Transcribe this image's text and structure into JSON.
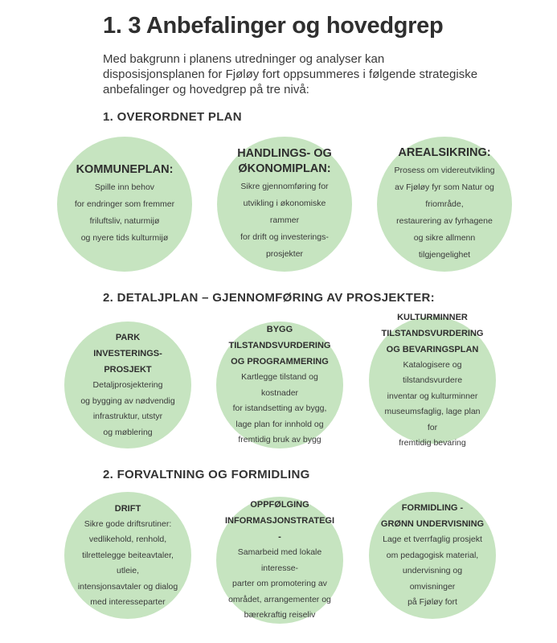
{
  "title": "1. 3 Anbefalinger og hovedgrep",
  "intro": "Med bakgrunn i planens utredninger og analyser kan disposisjonsplanen for Fjøløy fort oppsummeres i følgende strategiske anbefalinger og hovedgrep på tre nivå:",
  "sections": [
    {
      "title": "1. OVERORDNET PLAN",
      "circles": [
        {
          "head": "KOMMUNEPLAN:",
          "body": "Spille inn behov\nfor endringer som fremmer\nfriluftsliv, naturmijø\nog  nyere tids kulturmijø"
        },
        {
          "head": "HANDLINGS- OG\nØKONOMIPLAN:",
          "body": "Sikre gjennomføring for\nutvikling i økonomiske rammer\nfor drift og investerings-\nprosjekter"
        },
        {
          "head": "AREALSIKRING:",
          "body": "Prosess om videreutvikling\nav Fjøløy fyr som Natur og\nfriområde,\nrestaurering av fyrhagene\nog sikre allmenn\ntilgjengelighet"
        }
      ]
    },
    {
      "title": "2.  DETALJPLAN – GJENNOMFØRING AV PROSJEKTER:",
      "circles": [
        {
          "head": "PARK\nINVESTERINGS-\nPROSJEKT",
          "body": "Detaljprosjektering\nog bygging av nødvendig\ninfrastruktur, utstyr\nog møblering"
        },
        {
          "head": "BYGG\nTILSTANDSVURDERING\nOG PROGRAMMERING",
          "body": "Kartlegge tilstand og kostnader\nfor istandsetting av bygg,\nlage plan for innhold og\nfremtidig bruk av bygg"
        },
        {
          "head": "KULTURMINNER\nTILSTANDSVURDERING\nOG BEVARINGSPLAN",
          "body": "Katalogisere og tilstandsvurdere\ninventar og kulturminner\nmuseumsfaglig, lage plan for\nfremtidig bevaring"
        }
      ]
    },
    {
      "title": "2.  FORVALTNING OG FORMIDLING",
      "circles": [
        {
          "head": "DRIFT",
          "body": "Sikre gode driftsrutiner:\nvedlikehold, renhold,\ntilrettelegge beiteavtaler, utleie,\nintensjonsavtaler og dialog\nmed interesseparter"
        },
        {
          "head": "OPPFØLGING\nINFORMASJONSTRATEGI -",
          "body": "Samarbeid med lokale interesse-\nparter om promotering av\nområdet, arrangementer og\nbærekraftig reiseliv"
        },
        {
          "head": "FORMIDLING -\nGRØNN UNDERVISNING",
          "body": "Lage et tverrfaglig prosjekt\nom pedagogisk material,\nundervisning og  omvisninger\npå Fjøløy fort"
        }
      ]
    }
  ]
}
